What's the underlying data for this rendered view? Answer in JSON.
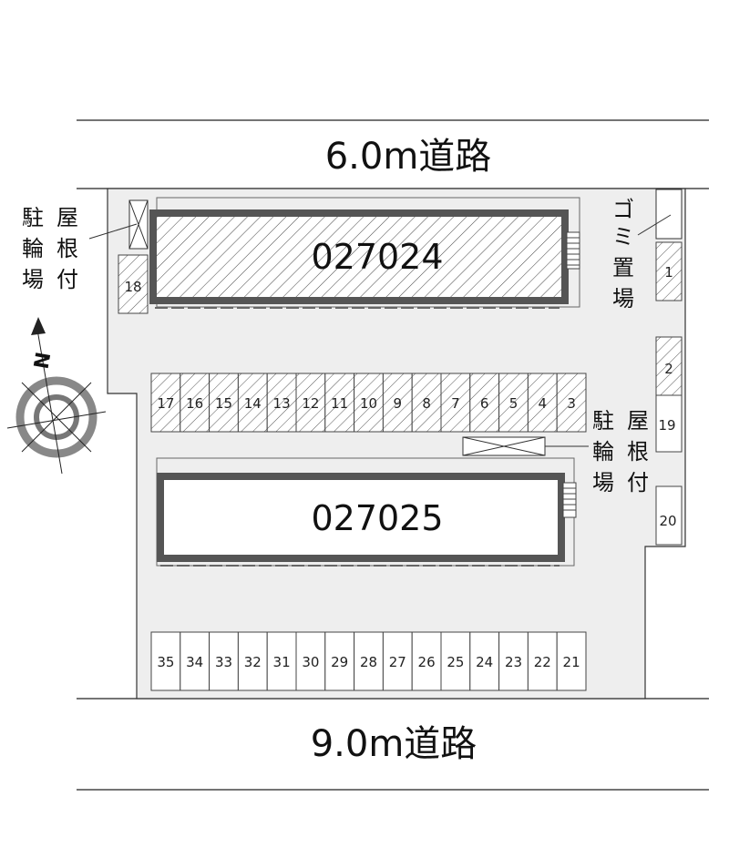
{
  "roads": {
    "top": "6.0m道路",
    "bottom": "9.0m道路"
  },
  "buildings": {
    "upper": "027024",
    "lower": "027025"
  },
  "labels": {
    "bike_parking_left": [
      "駐",
      "輪",
      "場"
    ],
    "roofed_left": [
      "屋",
      "根",
      "付"
    ],
    "bike_parking_right": [
      "駐",
      "輪",
      "場"
    ],
    "roofed_right": [
      "屋",
      "根",
      "付"
    ],
    "garbage": [
      "ゴ",
      "ミ",
      "置",
      "場"
    ],
    "compass": "N"
  },
  "parking": {
    "middle_row": [
      "17",
      "16",
      "15",
      "14",
      "13",
      "12",
      "11",
      "10",
      "9",
      "8",
      "7",
      "6",
      "5",
      "4",
      "3"
    ],
    "bottom_row": [
      "35",
      "34",
      "33",
      "32",
      "31",
      "30",
      "29",
      "28",
      "27",
      "26",
      "25",
      "24",
      "23",
      "22",
      "21"
    ],
    "right_column": [
      "1",
      "2",
      "19",
      "20"
    ],
    "left_single": "18"
  },
  "colors": {
    "lot": "#eeeeee",
    "building_border": "#555555",
    "line": "#222222"
  }
}
